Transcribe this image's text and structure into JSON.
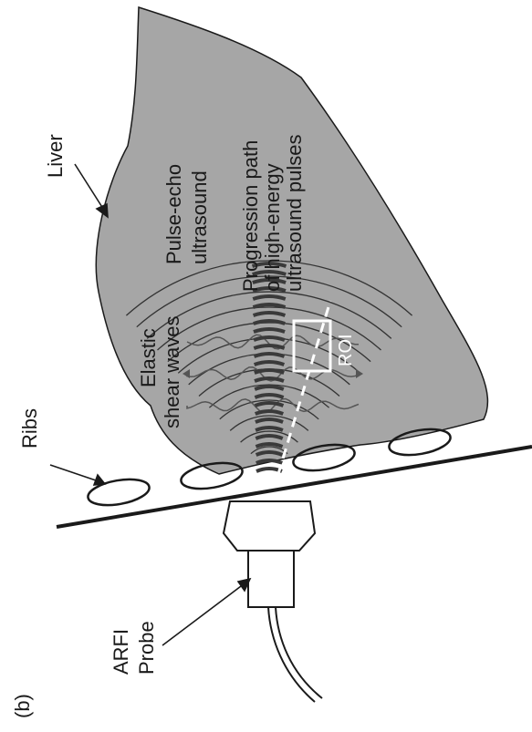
{
  "figure": {
    "panel_label": "(b)",
    "labels": {
      "liver": "Liver",
      "pulse_echo": [
        "Pulse-echo",
        "ultrasound"
      ],
      "progression": [
        "Progression path",
        "of high-energy",
        "ultrasound pulses"
      ],
      "shear": [
        "Elastic",
        "shear waves"
      ],
      "roi": "ROI",
      "ribs": "Ribs",
      "probe": [
        "ARFI",
        "Probe"
      ]
    },
    "colors": {
      "liver_fill": "#a6a6a6",
      "outline": "#1a1a1a",
      "roi": "#ffffff",
      "wave": "#333333",
      "shear": "#555555"
    }
  }
}
